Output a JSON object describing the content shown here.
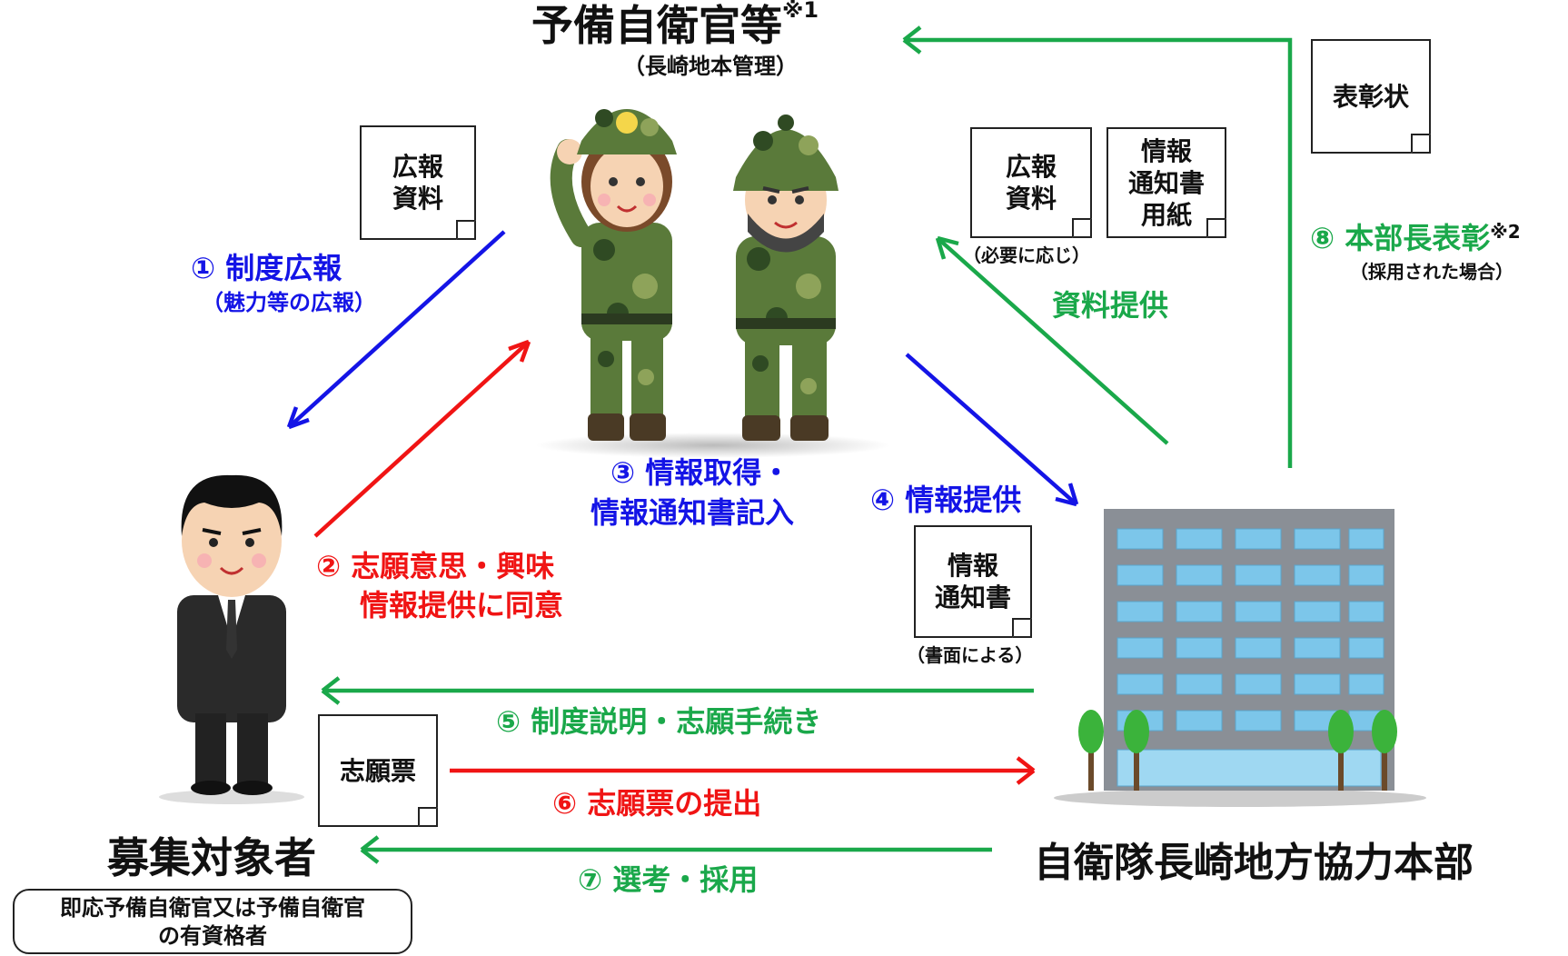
{
  "reservists": {
    "title": "予備自衛官等",
    "title_note": "※1",
    "subtitle": "（長崎地本管理）"
  },
  "recruit": {
    "title": "募集対象者",
    "qualification_line1": "即応予備自衛官又は予備自衛官",
    "qualification_line2": "の有資格者"
  },
  "hq": {
    "title": "自衛隊長崎地方協力本部"
  },
  "steps": {
    "s1": {
      "label": "① 制度広報",
      "sub": "（魅力等の広報）"
    },
    "s2": {
      "line1": "② 志願意思・興味",
      "line2": "情報提供に同意"
    },
    "s3": {
      "line1": "③ 情報取得・",
      "line2": "情報通知書記入"
    },
    "s4": {
      "label": "④ 情報提供"
    },
    "s5": {
      "label": "⑤ 制度説明・志願手続き"
    },
    "s6": {
      "label": "⑥ 志願票の提出"
    },
    "s7": {
      "label": "⑦ 選考・採用"
    },
    "s8": {
      "label": "⑧ 本部長表彰",
      "note": "※2",
      "sub": "（採用された場合）"
    },
    "material": {
      "label": "資料提供"
    }
  },
  "documents": {
    "pr_left": "広報\n資料",
    "pr_right": "広報\n資料",
    "pr_right_note": "（必要に応じ）",
    "notice_form": "情報\n通知書\n用紙",
    "award": "表彰状",
    "notice": "情報\n通知書",
    "notice_note": "（書面による）",
    "application": "志願票"
  },
  "colors": {
    "blue": "#1414e6",
    "red": "#f01414",
    "green": "#1aa84a"
  }
}
